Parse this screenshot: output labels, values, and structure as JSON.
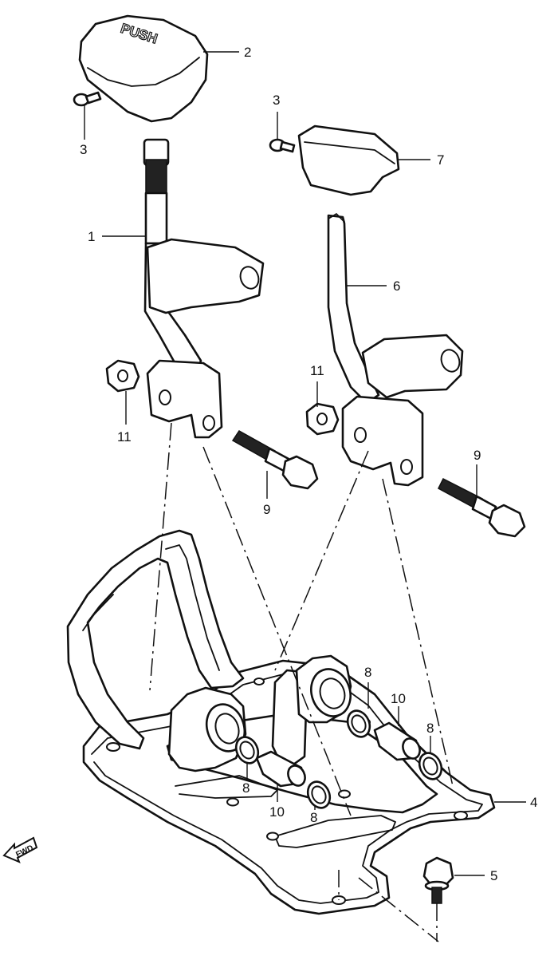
{
  "diagram": {
    "callouts": {
      "lever_main": "1",
      "knob": "2",
      "screw_knob": "3",
      "screw_cap": "3",
      "base_bracket": "4",
      "bolt_base": "5",
      "lever_secondary": "6",
      "cap": "7",
      "washer_1": "8",
      "washer_2": "8",
      "washer_3": "8",
      "washer_4": "8",
      "bolt_left": "9",
      "bolt_right": "9",
      "bushing_left": "10",
      "bushing_right": "10",
      "nut_left": "11",
      "nut_right": "11"
    },
    "knob_text": "PUSH",
    "direction_label": "FWD"
  }
}
